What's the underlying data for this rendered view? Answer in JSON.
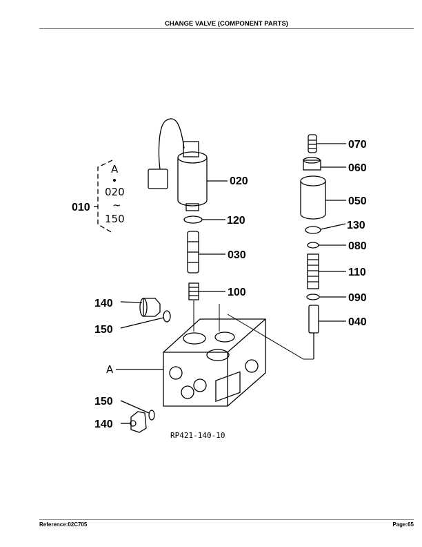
{
  "header": {
    "title": "CHANGE VALVE (COMPONENT PARTS)"
  },
  "footer": {
    "reference": "Reference:02C705",
    "page": "Page:65"
  },
  "diagram": {
    "drawing_number": "RP421-140-10",
    "assembly_note": {
      "letter": "A",
      "from": "020",
      "tilde": "~",
      "to": "150"
    },
    "block_marker": "A",
    "callouts": [
      "010",
      "020",
      "030",
      "040",
      "050",
      "060",
      "070",
      "080",
      "090",
      "100",
      "110",
      "120",
      "130",
      "140",
      "150",
      "140",
      "150"
    ]
  }
}
